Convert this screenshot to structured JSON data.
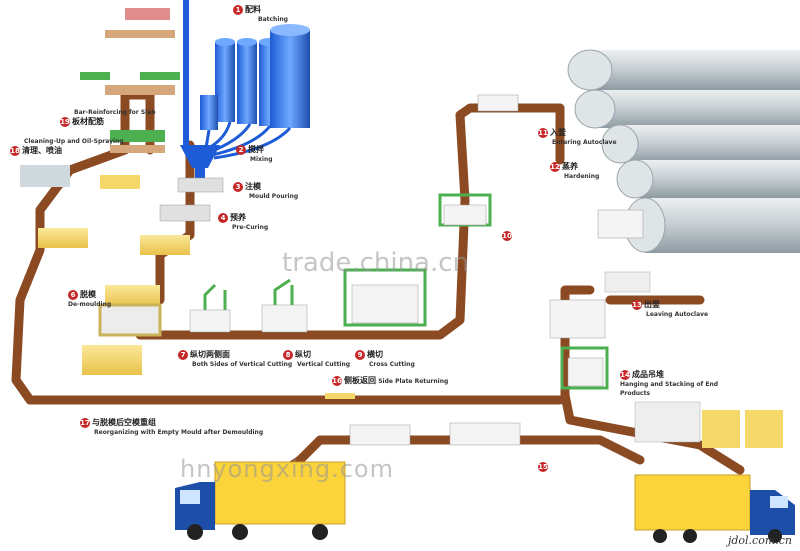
{
  "colors": {
    "track": "#8b4a22",
    "product_block": "#f5d86a",
    "frame": "#4caf50",
    "steel": "#b0bec5",
    "truck_cargo": "#fbd33a",
    "truck_cab": "#1e4fa8",
    "step_badge": "#c62828"
  },
  "steps": [
    {
      "num": "1",
      "cn": "配料",
      "en": "Batching"
    },
    {
      "num": "2",
      "cn": "搅拌",
      "en": "Mixing"
    },
    {
      "num": "3",
      "cn": "注模",
      "en": "Mould Pouring"
    },
    {
      "num": "4",
      "cn": "预养",
      "en": "Pre-Curing"
    },
    {
      "num": "6",
      "cn": "脱模",
      "en": "De-moulding"
    },
    {
      "num": "7",
      "cn": "纵切两侧面",
      "en": "Both Sides of Vertical Cutting"
    },
    {
      "num": "8",
      "cn": "纵切",
      "en": "Vertical Cutting"
    },
    {
      "num": "9",
      "cn": "横切",
      "en": "Cross Cutting"
    },
    {
      "num": "10",
      "cn": "",
      "en": ""
    },
    {
      "num": "11",
      "cn": "入釜",
      "en": "Entering Autoclave"
    },
    {
      "num": "12",
      "cn": "蒸养",
      "en": "Hardening"
    },
    {
      "num": "13",
      "cn": "出釜",
      "en": "Leaving Autoclave"
    },
    {
      "num": "14",
      "cn": "成品吊堆",
      "en": "Hanging and Stacking of End Products"
    },
    {
      "num": "15",
      "cn": "",
      "en": ""
    },
    {
      "num": "16",
      "cn": "侧板返回",
      "en": "Side Plate Returning"
    },
    {
      "num": "17",
      "cn": "与脱模后空模重组",
      "en": "Reorganizing with Empty Mould after Demoulding"
    },
    {
      "num": "18",
      "cn": "清理、喷油",
      "en": "Cleaning-Up and Oil-Spraying"
    },
    {
      "num": "19",
      "cn": "板材配筋",
      "en": "Bar-Reinforcing for Slab"
    }
  ],
  "watermarks": {
    "center": "trade.china.cn",
    "bottom": "hnyongxing.com",
    "corner": "jdol.com.cn"
  }
}
